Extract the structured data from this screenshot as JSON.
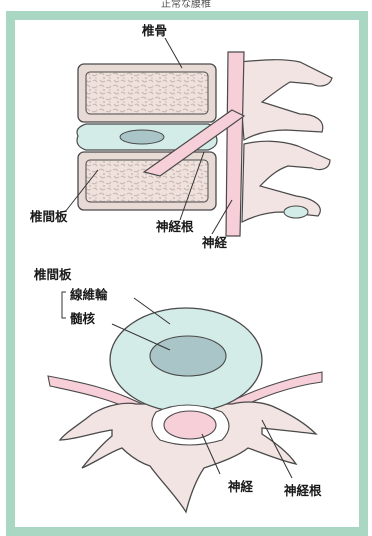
{
  "header": {
    "title": "正常な腰椎"
  },
  "side_view": {
    "vertebra_label": "椎骨",
    "disc_label": "椎間板",
    "nerve_root_label": "神経根",
    "nerve_label": "神経"
  },
  "top_view": {
    "disc_label": "椎間板",
    "annulus_label": "線維輪",
    "nucleus_label": "髄核",
    "nerve_label": "神経",
    "nerve_root_label": "神経根"
  },
  "colors": {
    "frame": "#a9d7c3",
    "bone": "#f1e4e2",
    "bone_texture": "#d8c8c4",
    "disc": "#d4ece8",
    "nucleus": "#a9c5c8",
    "nerve": "#f6cfd8",
    "outline": "#4a4a4a"
  }
}
